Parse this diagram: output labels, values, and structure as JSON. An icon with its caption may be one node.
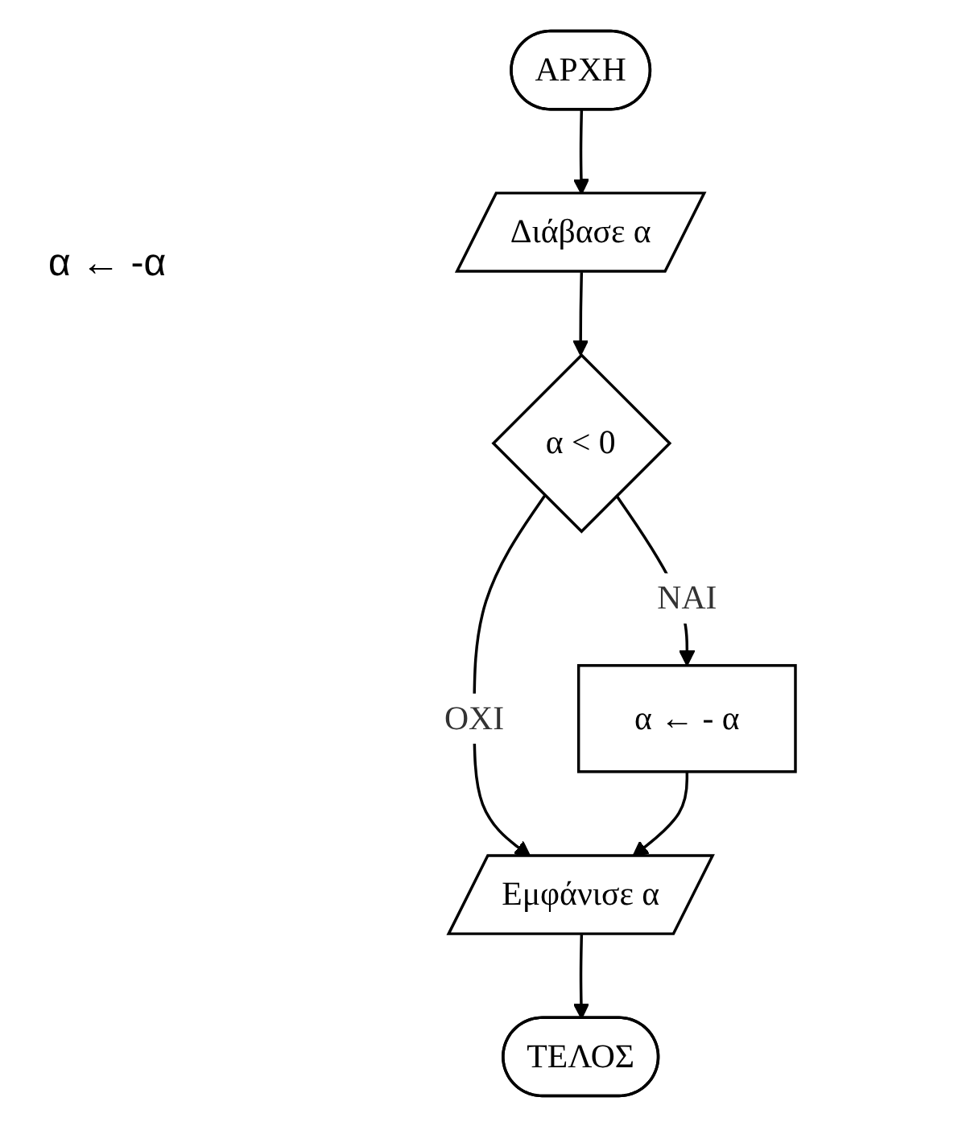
{
  "diagram": {
    "nodes": [
      {
        "text": [
          "ΑΡΧΗ"
        ]
      },
      {
        "text": [
          "Διάβασε α"
        ]
      },
      {
        "text": [
          "α < 0"
        ]
      },
      {
        "text": [
          "α ← - α"
        ]
      },
      {
        "text": [
          "Εμφάνισε α"
        ]
      },
      {
        "text": [
          "ΤΕΛΟΣ"
        ]
      }
    ],
    "edges": [
      {
        "from": 0,
        "to": 1,
        "arrow": "to"
      },
      {
        "from": 1,
        "to": 2,
        "arrow": "to"
      },
      {
        "from": 2,
        "to": 3,
        "label": "ΝΑΙ",
        "arrow": "to"
      },
      {
        "from": 2,
        "to": 4,
        "label": "ΟΧΙ",
        "arrow": "to"
      },
      {
        "from": 3,
        "to": 4,
        "arrow": "to"
      },
      {
        "from": 4,
        "to": 5,
        "arrow": "to"
      }
    ],
    "labels": [
      "α ← -α"
    ]
  }
}
